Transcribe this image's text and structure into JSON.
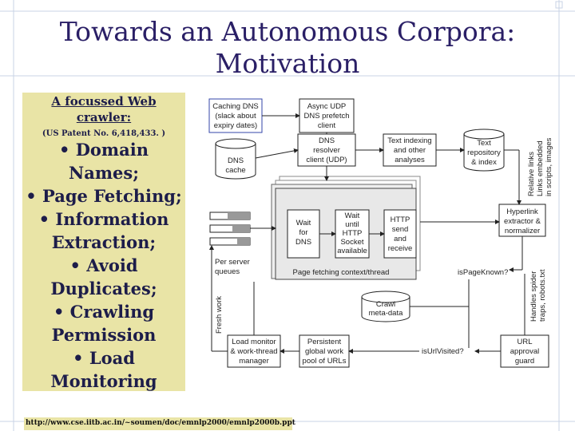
{
  "slide": {
    "title_line1": "Towards an Autonomous Corpora:",
    "title_line2": "Motivation",
    "panel": {
      "heading_line1": "A focussed Web",
      "heading_line2": "crawler:",
      "patent": "(US Patent No. 6,418,433. )",
      "bullets": [
        "• Domain",
        "Names;",
        "• Page Fetching;",
        "• Information",
        "Extraction;",
        "• Avoid",
        "Duplicates;",
        "• Crawling",
        "Permission",
        "• Load",
        "Monitoring"
      ]
    },
    "footer_url": "http://www.cse.iitb.ac.in/~soumen/doc/emnlp2000/emnlp2000b.ppt",
    "diagram": {
      "caching_dns": [
        "Caching DNS",
        "(slack about",
        "expiry dates)"
      ],
      "async_udp": [
        "Async UDP",
        "DNS prefetch",
        "client"
      ],
      "dns_cache": [
        "DNS",
        "cache"
      ],
      "dns_resolver": [
        "DNS",
        "resolver",
        "client (UDP)"
      ],
      "text_indexing": [
        "Text indexing",
        "and other",
        "analyses"
      ],
      "text_repository": [
        "Text",
        "repository",
        "& index"
      ],
      "relative_links": [
        "Relative links",
        "Links embedded",
        "in scripts, images"
      ],
      "wait_dns": [
        "Wait",
        "for",
        "DNS"
      ],
      "wait_http": [
        "Wait",
        "until",
        "HTTP",
        "Socket",
        "available"
      ],
      "http_send": [
        "HTTP",
        "send",
        "and",
        "receive"
      ],
      "page_fetching": "Page fetching context/thread",
      "hyperlink": [
        "Hyperlink",
        "extractor &",
        "normalizer"
      ],
      "per_server": [
        "Per server",
        "queues"
      ],
      "is_page_known": "isPageKnown?",
      "handles_spider": [
        "Handles spider",
        "traps, robots.txt"
      ],
      "crawl_metadata": [
        "Crawl",
        "meta-data"
      ],
      "fresh_work": "Fresh work",
      "load_monitor": [
        "Load monitor",
        "& work-thread",
        "manager"
      ],
      "persistent_pool": [
        "Persistent",
        "global work",
        "pool of URLs"
      ],
      "is_url_visited": "isUrlVisited?",
      "url_approval": [
        "URL",
        "approval",
        "guard"
      ]
    }
  }
}
